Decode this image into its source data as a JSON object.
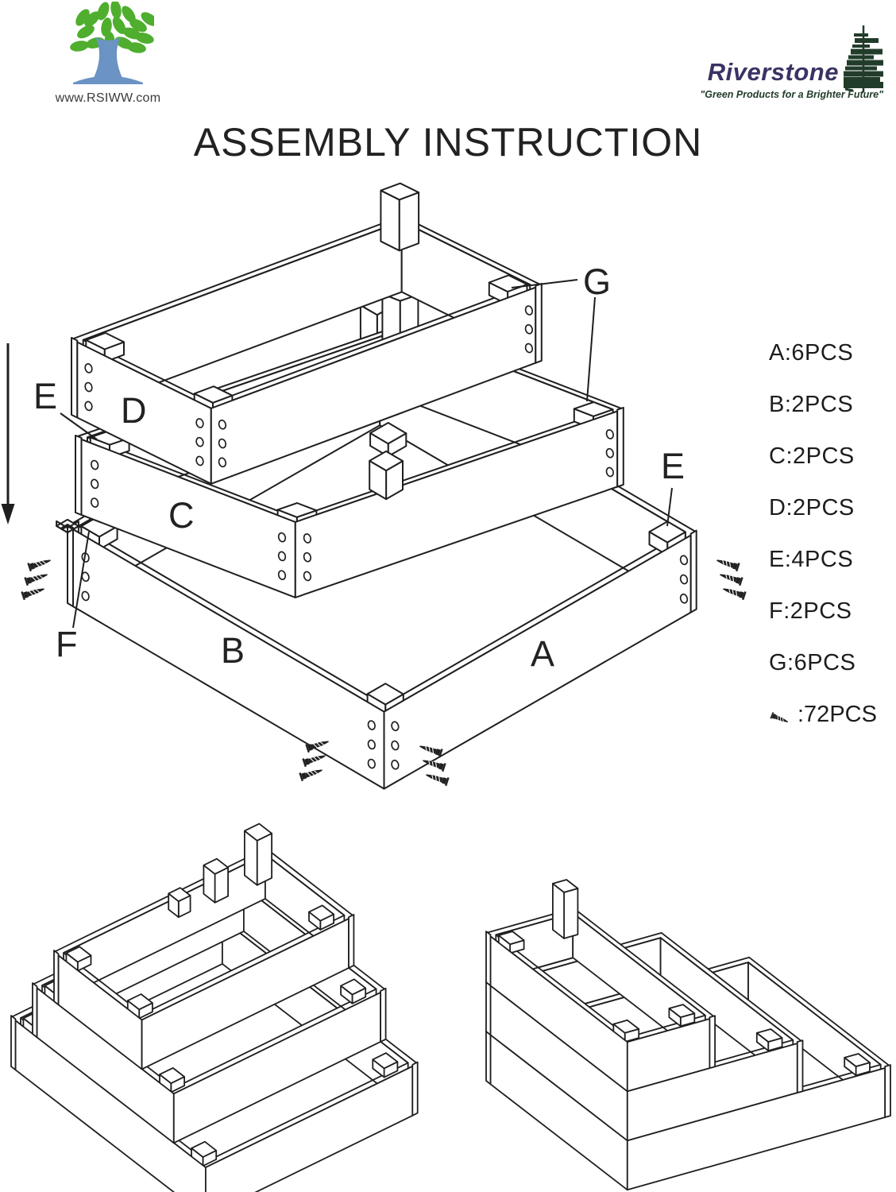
{
  "header": {
    "website": "www.RSIWW.com",
    "brand_name": "Riverstone",
    "brand_tagline": "\"Green Products for a Brighter Future\""
  },
  "title": "ASSEMBLY INSTRUCTION",
  "diagram": {
    "labels": {
      "a": "A",
      "b": "B",
      "c": "C",
      "d": "D",
      "e_left": "E",
      "e_right": "E",
      "f": "F",
      "g": "G"
    }
  },
  "parts": {
    "items": [
      "A:6PCS",
      "B:2PCS",
      "C:2PCS",
      "D:2PCS",
      "E:4PCS",
      "F:2PCS",
      "G:6PCS"
    ],
    "screw_qty": ":72PCS"
  },
  "colors": {
    "line": "#1f1f1f",
    "leaf_green": "#4fae2e",
    "trunk_blue": "#6b93c4",
    "brand_navy": "#3b3264",
    "brand_green": "#223c2a",
    "screw": "#222222"
  }
}
